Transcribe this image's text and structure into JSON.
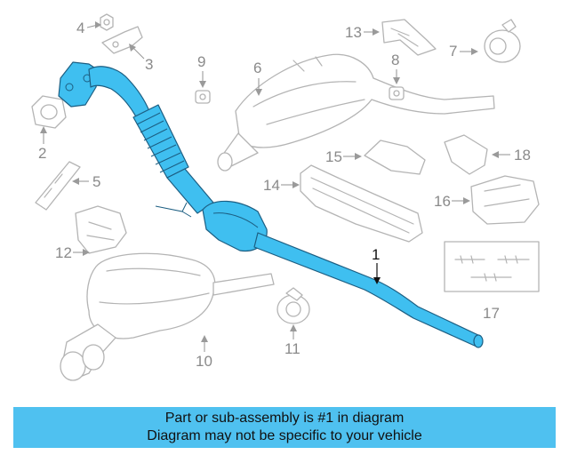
{
  "callouts": {
    "c1": "1",
    "c2": "2",
    "c3": "3",
    "c4": "4",
    "c5": "5",
    "c6": "6",
    "c7": "7",
    "c8": "8",
    "c9": "9",
    "c10": "10",
    "c11": "11",
    "c12": "12",
    "c13": "13",
    "c14": "14",
    "c15": "15",
    "c16": "16",
    "c17": "17",
    "c18": "18"
  },
  "highlight_color": "#3fbff0",
  "banner": {
    "line1": "Part or sub-assembly is #1 in diagram",
    "line2": "Diagram may not be specific to your vehicle",
    "background": "#4fc1f0"
  }
}
